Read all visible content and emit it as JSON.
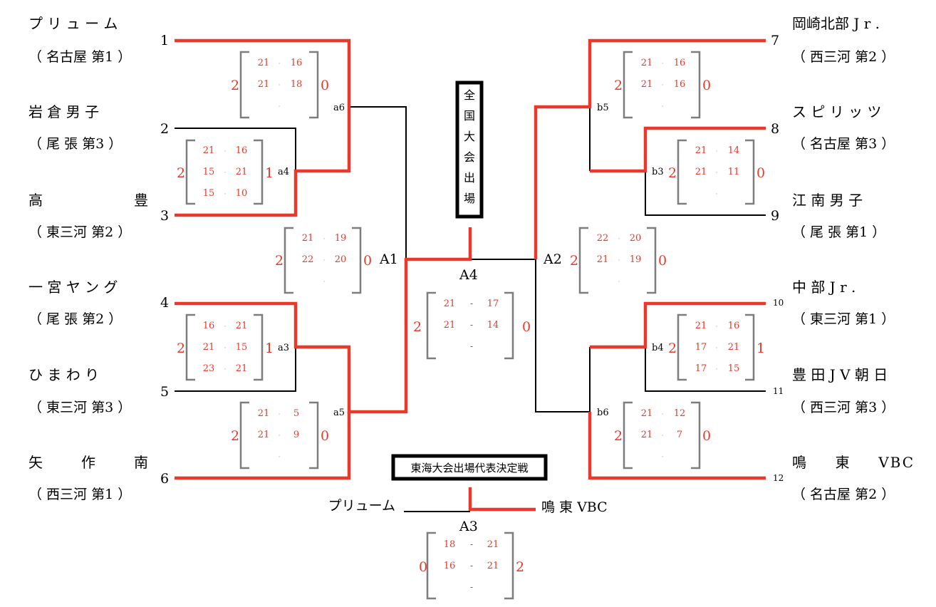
{
  "teams": [
    {
      "seed": "1",
      "name": "プ リ ュ ー ム",
      "region": "（ 名古屋  第1 ）"
    },
    {
      "seed": "2",
      "name": "岩 倉 男 子",
      "region": "（ 尾 張  第3 ）"
    },
    {
      "seed": "3",
      "name": "高 　 　 豊",
      "region": "（ 東三河  第2 ）"
    },
    {
      "seed": "4",
      "name": "一 宮 ヤ ン グ",
      "region": "（ 尾 張  第2 ）"
    },
    {
      "seed": "5",
      "name": "ひ ま わ り",
      "region": "（ 東三河  第3 ）"
    },
    {
      "seed": "6",
      "name": "矢 　 作 　 南",
      "region": "（ 西三河  第1 ）"
    },
    {
      "seed": "7",
      "name": "岡崎北部 J r .",
      "region": "（ 西三河  第2 ）"
    },
    {
      "seed": "8",
      "name": "ス ピ リ ッ ツ",
      "region": "（ 名古屋  第3 ）"
    },
    {
      "seed": "9",
      "name": "江 南 男 子",
      "region": "（ 尾 張  第1 ）"
    },
    {
      "seed": "10",
      "name": "中 部 J r .",
      "region": "（ 東三河  第1 ）"
    },
    {
      "seed": "11",
      "name": "豊 田 J V 朝 日",
      "region": "（ 西三河  第3 ）"
    },
    {
      "seed": "12",
      "name": "鳴 　 東 　 VBC",
      "region": "（ 名古屋  第2 ）"
    }
  ],
  "matches": [
    {
      "label": "a6",
      "rows": [
        [
          "21",
          "16"
        ],
        [
          "21",
          "18"
        ],
        [
          "",
          ""
        ]
      ],
      "left_sets": "2",
      "right_sets": "0"
    },
    {
      "label": "a4",
      "rows": [
        [
          "21",
          "16"
        ],
        [
          "15",
          "21"
        ],
        [
          "15",
          "10"
        ]
      ],
      "left_sets": "2",
      "right_sets": "1"
    },
    {
      "label": "A1",
      "rows": [
        [
          "21",
          "19"
        ],
        [
          "22",
          "20"
        ],
        [
          "",
          ""
        ]
      ],
      "left_sets": "2",
      "right_sets": "0"
    },
    {
      "label": "a3",
      "rows": [
        [
          "16",
          "21"
        ],
        [
          "21",
          "15"
        ],
        [
          "23",
          "21"
        ]
      ],
      "left_sets": "2",
      "right_sets": "1"
    },
    {
      "label": "a5",
      "rows": [
        [
          "21",
          "5"
        ],
        [
          "21",
          "9"
        ],
        [
          "",
          ""
        ]
      ],
      "left_sets": "2",
      "right_sets": "0"
    },
    {
      "label": "b5",
      "rows": [
        [
          "21",
          "16"
        ],
        [
          "21",
          "16"
        ],
        [
          "",
          ""
        ]
      ],
      "left_sets": "2",
      "right_sets": "0"
    },
    {
      "label": "b3",
      "rows": [
        [
          "21",
          "14"
        ],
        [
          "21",
          "11"
        ],
        [
          "",
          ""
        ]
      ],
      "left_sets": "2",
      "right_sets": "0"
    },
    {
      "label": "A2",
      "rows": [
        [
          "22",
          "20"
        ],
        [
          "21",
          "19"
        ],
        [
          "",
          ""
        ]
      ],
      "left_sets": "2",
      "right_sets": "0"
    },
    {
      "label": "b4",
      "rows": [
        [
          "21",
          "16"
        ],
        [
          "17",
          "21"
        ],
        [
          "17",
          "15"
        ]
      ],
      "left_sets": "2",
      "right_sets": "1"
    },
    {
      "label": "b6",
      "rows": [
        [
          "21",
          "12"
        ],
        [
          "21",
          "7"
        ],
        [
          "",
          ""
        ]
      ],
      "left_sets": "2",
      "right_sets": "0"
    },
    {
      "label": "A4",
      "rows": [
        [
          "21",
          "17"
        ],
        [
          "21",
          "14"
        ],
        [
          "",
          ""
        ]
      ],
      "left_sets": "2",
      "right_sets": "0"
    },
    {
      "label": "A3",
      "rows": [
        [
          "18",
          "21"
        ],
        [
          "16",
          "21"
        ],
        [
          "",
          ""
        ]
      ],
      "left_sets": "0",
      "right_sets": "2"
    }
  ],
  "titles": {
    "national": [
      "全",
      "国",
      "大",
      "会",
      "出",
      "場"
    ],
    "tokai": "東海大会出場代表決定戦"
  },
  "final": {
    "left_team": "プリューム",
    "right_team": "鳴 東 VBC"
  },
  "colors": {
    "winner_line": "#e8392a",
    "line": "#000000",
    "score": "#e8392a",
    "bracket": "#7d7d7d"
  }
}
